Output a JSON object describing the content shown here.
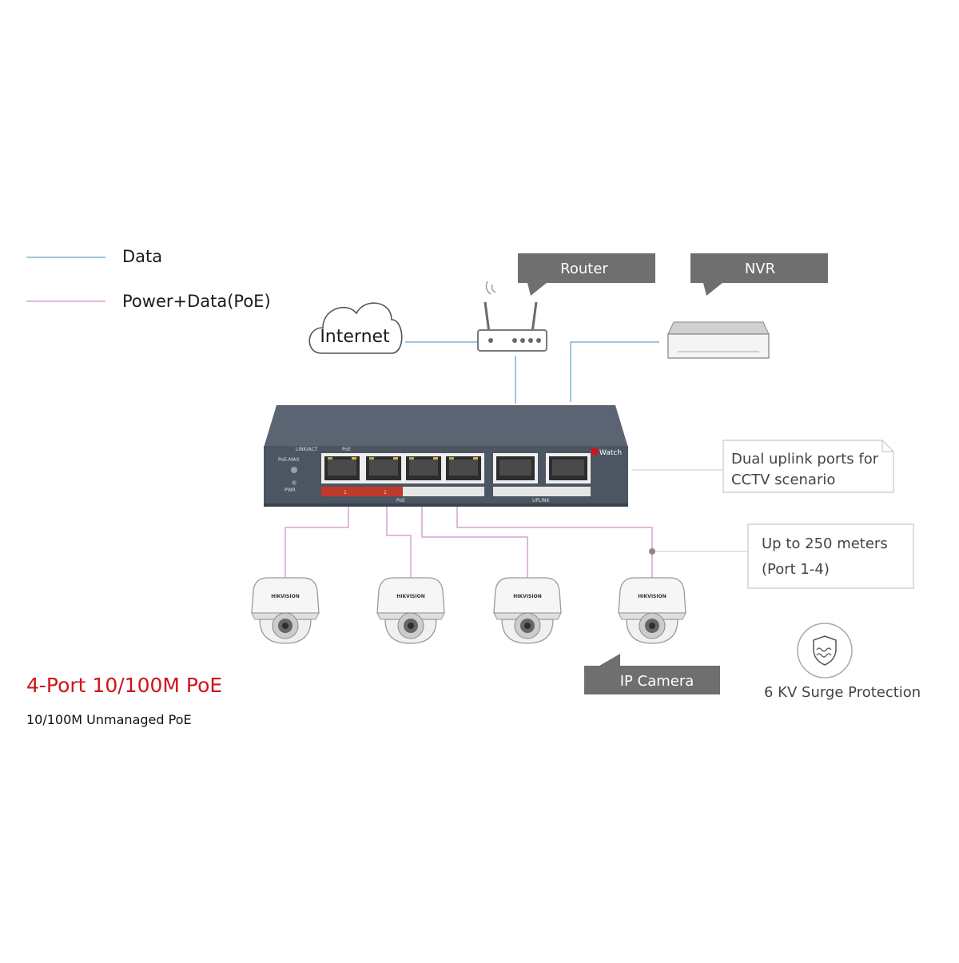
{
  "legend": {
    "data_label": "Data",
    "poe_label": "Power+Data(PoE)",
    "data_color": "#7fb3d8",
    "poe_color": "#d9a1cf"
  },
  "internet_label": "Internet",
  "router_label": "Router",
  "nvr_label": "NVR",
  "switch": {
    "brand": "Watch",
    "link_label": "LINK/ACT",
    "poe_label": "PoE",
    "mode_label": "PoE-MAX",
    "pwr_label": "PWR",
    "poe_ports_label": "PoE",
    "uplink_label": "UPLINK",
    "port_numbers": [
      "1",
      "2"
    ]
  },
  "uplink_note": {
    "line1": "Dual uplink ports for",
    "line2": "CCTV scenario"
  },
  "distance_note": {
    "line1": "Up to 250 meters",
    "line2": "(Port 1-4)"
  },
  "camera_label": "IP Camera",
  "camera_brand": "HIKVISION",
  "surge_label": "6 KV Surge Protection",
  "title": "4-Port 10/100M PoE",
  "subtitle": "10/100M Unmanaged PoE",
  "colors": {
    "callout_bg": "#6f6f6f",
    "switch_body": "#4c5663",
    "title_red": "#d0131b"
  }
}
